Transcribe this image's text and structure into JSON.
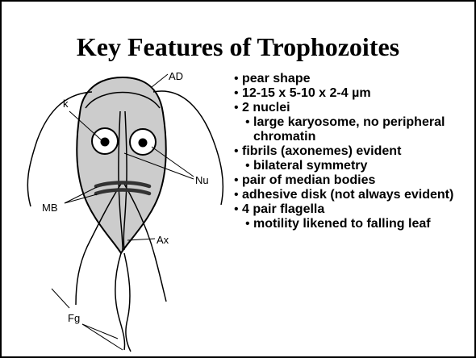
{
  "slide": {
    "title": "Key Features of Trophozoites",
    "diagram_labels": {
      "ad": "AD",
      "k": "k",
      "nu": "Nu",
      "mb": "MB",
      "ax": "Ax",
      "fg": "Fg"
    },
    "bullets": [
      {
        "level": 1,
        "text": "pear shape"
      },
      {
        "level": 1,
        "text": "12-15 x 5-10 x 2-4 µm"
      },
      {
        "level": 1,
        "text": "2 nuclei"
      },
      {
        "level": 2,
        "text": "large karyosome, no peripheral chromatin"
      },
      {
        "level": 1,
        "text": "fibrils (axonemes) evident"
      },
      {
        "level": 2,
        "text": "bilateral symmetry"
      },
      {
        "level": 1,
        "text": "pair of median bodies"
      },
      {
        "level": 1,
        "text": "adhesive disk (not always evident)"
      },
      {
        "level": 1,
        "text": "4 pair flagella"
      },
      {
        "level": 2,
        "text": "motility likened to falling leaf"
      }
    ]
  }
}
